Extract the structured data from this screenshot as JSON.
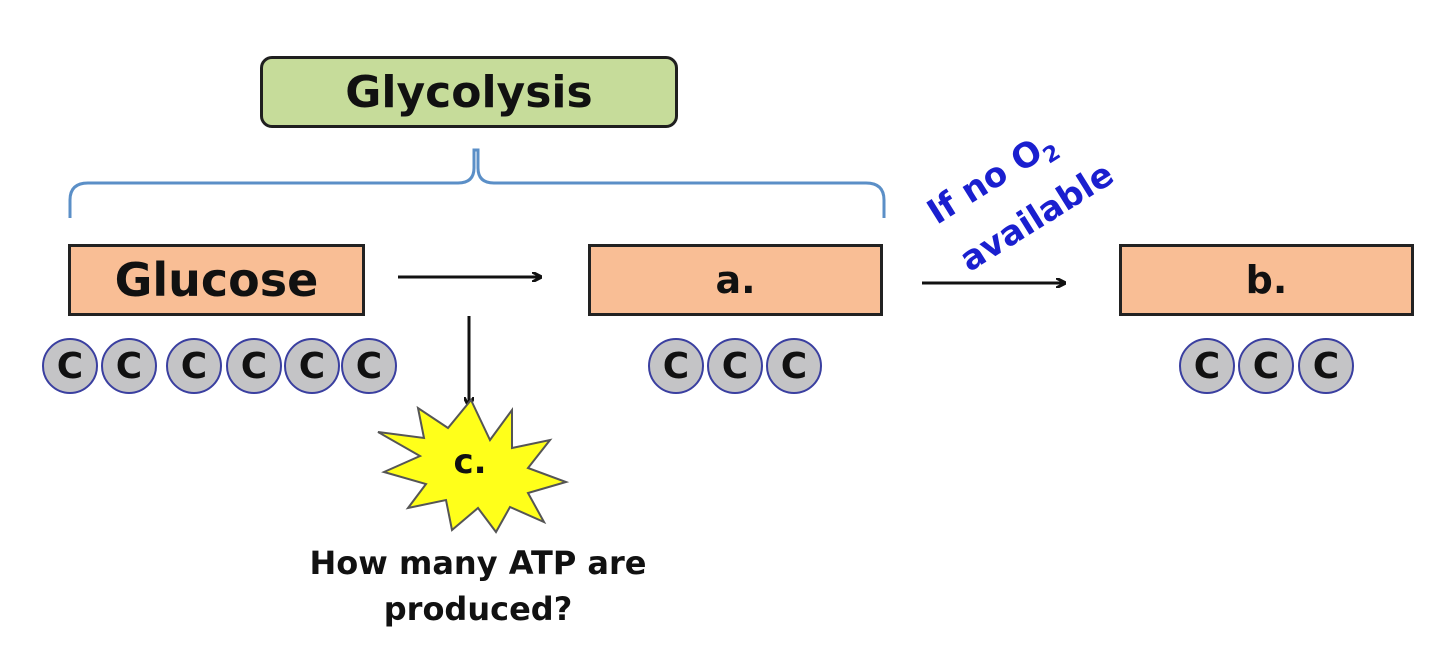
{
  "colors": {
    "glycolysis_fill": "#c6dc9a",
    "molecule_fill": "#f9be95",
    "carbon_fill": "#c4c4c6",
    "carbon_stroke": "#3a3fa0",
    "bracket": "#5b8fc7",
    "blue_text": "#1a1fcf",
    "star_fill": "#ffff1a"
  },
  "process": {
    "title": "Glycolysis"
  },
  "molecules": {
    "glucose": {
      "label": "Glucose",
      "carbon_symbols": [
        "C",
        "C",
        "C",
        "C",
        "C",
        "C"
      ]
    },
    "a": {
      "label": "a.",
      "carbon_symbols": [
        "C",
        "C",
        "C"
      ]
    },
    "b": {
      "label": "b.",
      "carbon_symbols": [
        "C",
        "C",
        "C"
      ]
    }
  },
  "condition": {
    "line1_text": "If no O",
    "line1_subscript": "2",
    "line2_text": "available"
  },
  "atp": {
    "label": "c.",
    "question_line1": "How many ATP are",
    "question_line2": "produced?"
  },
  "icons": {
    "bracket": "curly-brace-icon",
    "arrows": "arrow-icon",
    "burst": "star-burst-icon"
  }
}
